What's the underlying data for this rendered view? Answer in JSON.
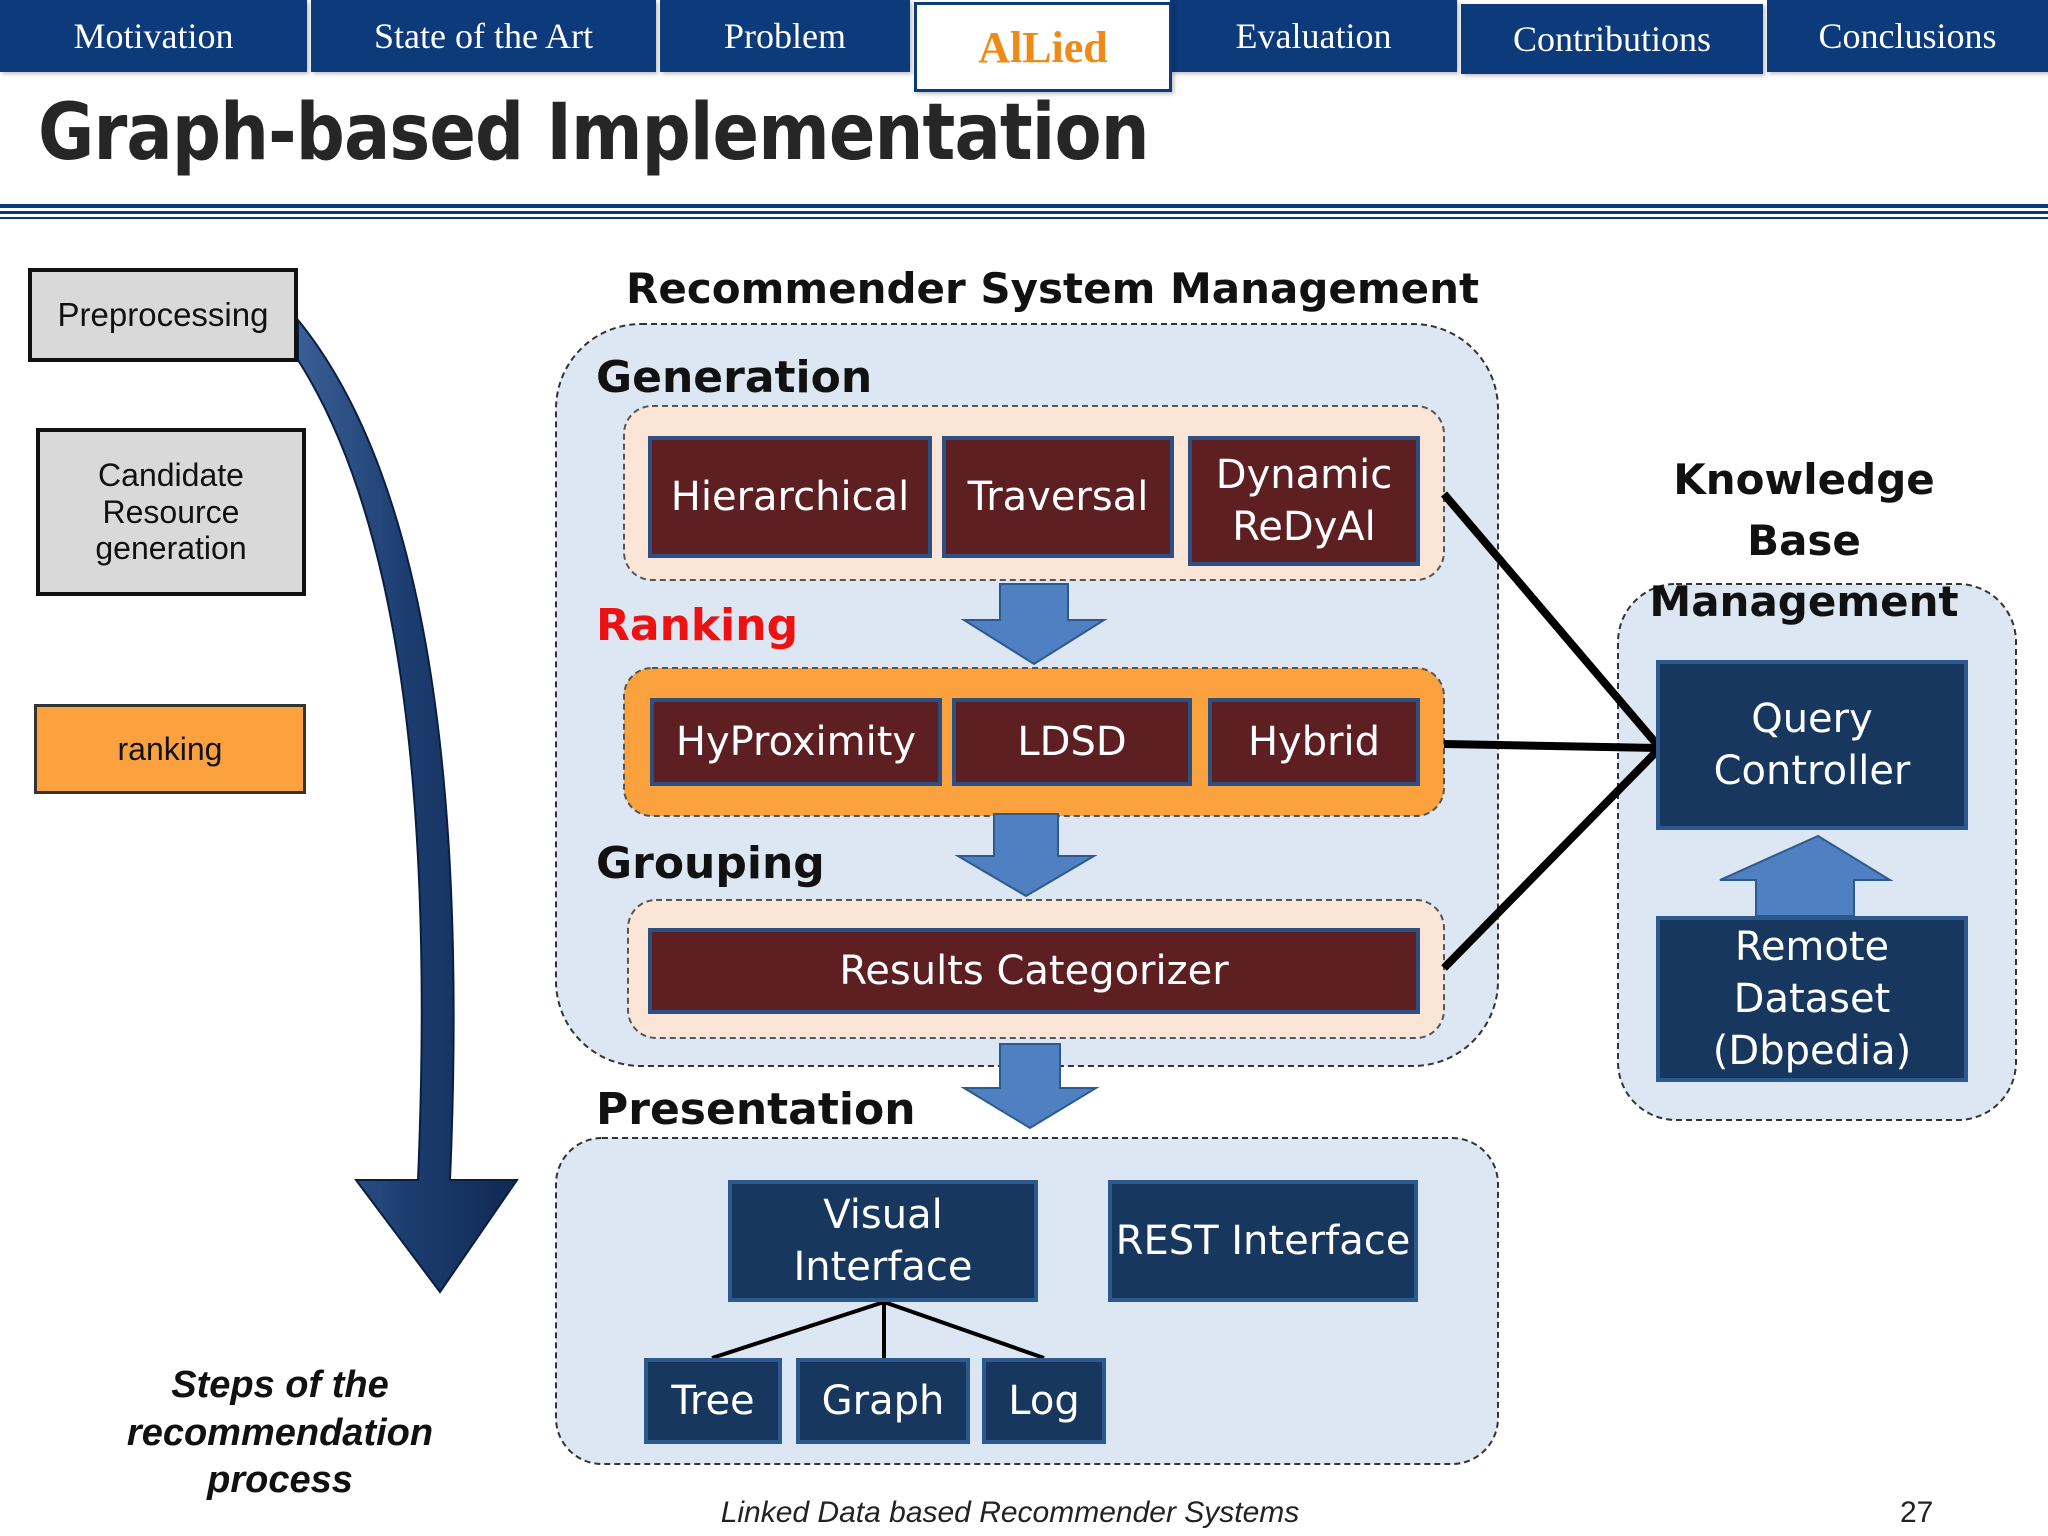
{
  "nav": {
    "tabs": [
      "Motivation",
      "State of the Art",
      "Problem",
      "AlLied",
      "Evaluation",
      "Contributions",
      "Conclusions"
    ]
  },
  "title": "Graph-based Implementation",
  "steps": {
    "preprocessing": "Preprocessing",
    "candidate": "Candidate Resource generation",
    "ranking": "ranking",
    "caption": "Steps of the recommendation process"
  },
  "rsm": {
    "title": "Recommender System Management",
    "generation": {
      "heading": "Generation",
      "items": [
        "Hierarchical",
        "Traversal",
        "Dynamic ReDyAl"
      ]
    },
    "ranking": {
      "heading": "Ranking",
      "items": [
        "HyProximity",
        "LDSD",
        "Hybrid"
      ]
    },
    "grouping": {
      "heading": "Grouping",
      "items": [
        "Results Categorizer"
      ]
    }
  },
  "presentation": {
    "heading": "Presentation",
    "visual": "Visual Interface",
    "rest": "REST Interface",
    "leaves": [
      "Tree",
      "Graph",
      "Log"
    ]
  },
  "kbm": {
    "title": "Knowledge Base Management",
    "query": "Query Controller",
    "remote": "Remote Dataset (Dbpedia)"
  },
  "footer": {
    "text": "Linked Data based Recommender Systems",
    "page": "27"
  },
  "colors": {
    "nav_blue": "#0d3a7a",
    "active_tab_text": "#f08a17",
    "ranking_heading": "#ee1111",
    "ranking_panel": "#fba23f",
    "box_red": "#5e1f22",
    "box_blue": "#17375e",
    "panel_bg": "#dde6f3",
    "arrow_blue": "#4f81c2"
  }
}
